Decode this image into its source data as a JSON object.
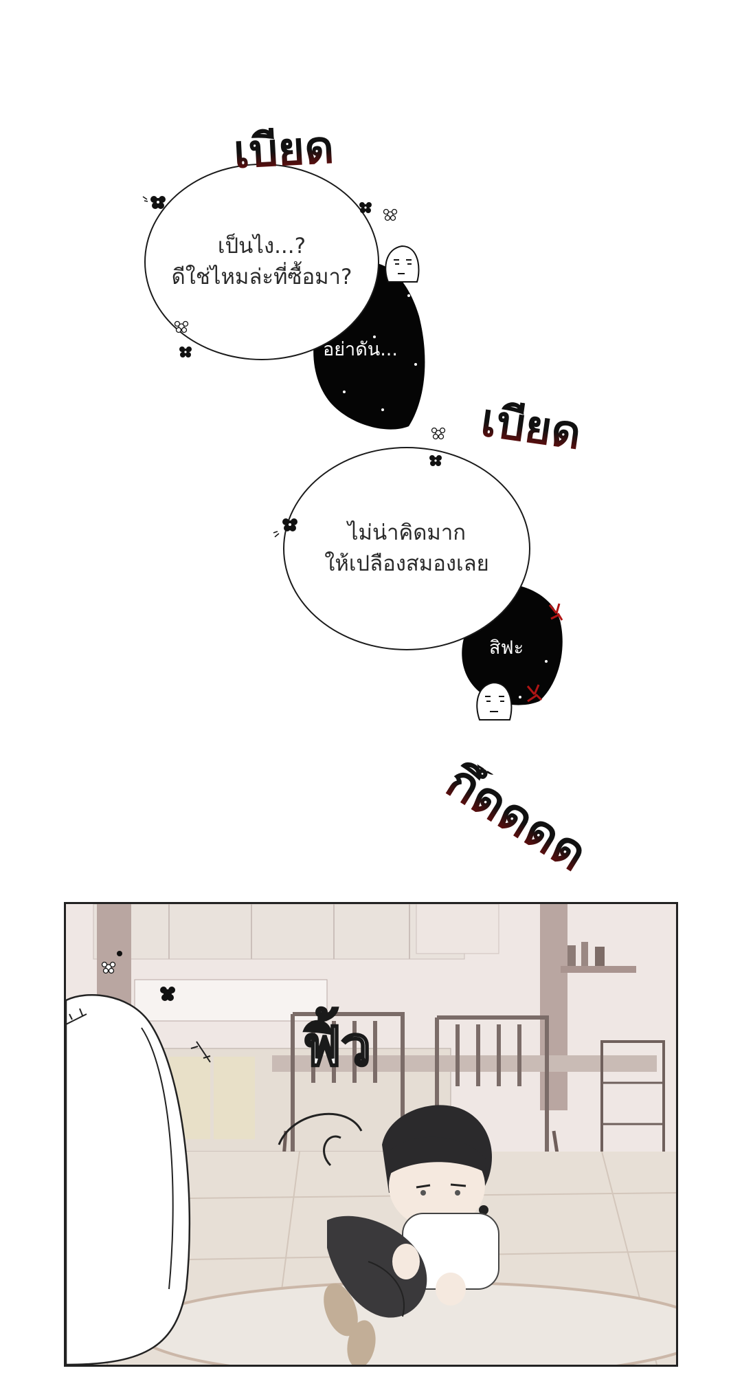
{
  "bubble1": {
    "line1": "เป็นไง...?",
    "line2": "ดีใช่ไหมล่ะที่ซื้อมา?"
  },
  "whisper1": {
    "text": "อย่าดัน..."
  },
  "bubble2": {
    "line1": "ไม่น่าคิดมาก",
    "line2": "ให้เปลืองสมองเลย"
  },
  "whisper2": {
    "text": "สิฟะ"
  },
  "sfx": {
    "sfx1": "เบียด",
    "sfx2": "เบียด",
    "sfx3": "กึ๊ดดดด"
  },
  "panel": {
    "sfx": "ฟิ้ว"
  },
  "colors": {
    "ink": "#1a1a1a",
    "sfx_red": "#7a0d0d",
    "panel_bg": "#f1ecea"
  }
}
